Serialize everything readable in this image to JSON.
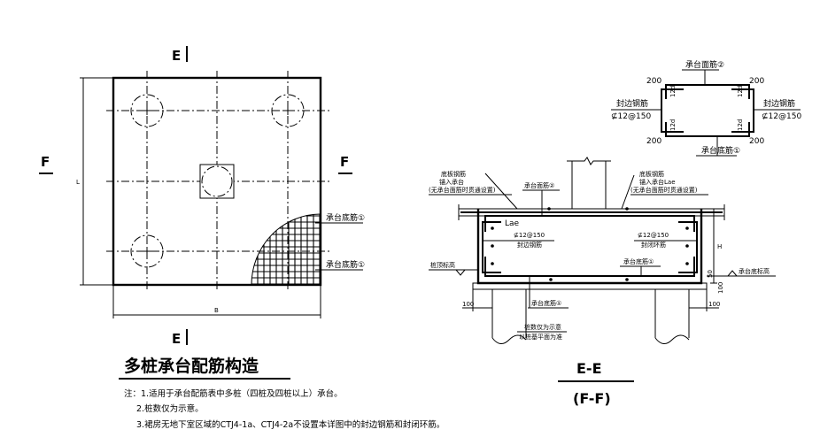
{
  "plan": {
    "label_e_top": "E",
    "label_e_bottom": "E",
    "label_f_left": "F",
    "label_f_right": "F",
    "dim_l": "L",
    "dim_b": "B",
    "rebar_label_1": "承台底筋①",
    "rebar_label_2": "承台底筋①"
  },
  "detail": {
    "top_label": "承台面筋②",
    "bottom_label": "承台底筋①",
    "dims": [
      "200",
      "200",
      "200",
      "200"
    ],
    "anchor_label": "12d",
    "left_text": [
      "封边钢筋",
      "⊈12@150"
    ],
    "right_text": [
      "封边钢筋",
      "⊈12@150"
    ]
  },
  "section": {
    "note_left": [
      "底板钢筋",
      "锚入承台",
      "(无承台面筋时贯通设置)"
    ],
    "lae_left": "Lae",
    "face_rebar": "承台面筋②",
    "note_right": [
      "底板钢筋",
      "锚入承台Lae",
      "(无承台面筋时贯通设置)"
    ],
    "edge_left": [
      "⊈12@150",
      "封边钢筋"
    ],
    "edge_right": [
      "⊈12@150",
      "封闭环筋"
    ],
    "h_label": "H",
    "bottom_rebar_mid": "承台底筋①",
    "bottom_rebar_low": "承台底筋①",
    "pile_top": "桩顶标高",
    "cap_bottom": "承台底标高",
    "dim_50": "50",
    "dim_100": "100",
    "dim_100_left": "100",
    "dim_100_right": "100",
    "pile_note": [
      "桩数仅为示意",
      "以桩基平面为准"
    ],
    "title": "E-E",
    "subtitle": "(F-F)"
  },
  "main_title": "多桩承台配筋构造",
  "notes": [
    "注：1.适用于承台配筋表中多桩（四桩及四桩以上）承台。",
    "2.桩数仅为示意。",
    "3.裙房无地下室区域的CTJ4-1a、CTJ4-2a不设置本详图中的封边钢筋和封闭环筋。"
  ]
}
